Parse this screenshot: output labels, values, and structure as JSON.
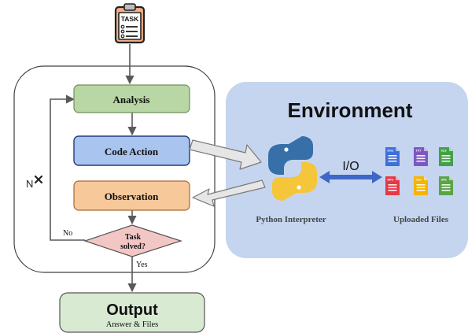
{
  "task_icon": {
    "label": "TASK"
  },
  "nodes": {
    "analysis": "Analysis",
    "code_action": "Code Action",
    "observation": "Observation",
    "decision": {
      "line1": "Task",
      "line2": "solved?"
    }
  },
  "edges": {
    "no": "No",
    "yes": "Yes"
  },
  "loop_marker": {
    "text": "N",
    "icon": "cross-icon"
  },
  "output": {
    "title": "Output",
    "subtitle": "Answer & Files"
  },
  "environment": {
    "title": "Environment",
    "io_label": "I/O",
    "python_label": "Python  Interpreter",
    "files_label": "Uploaded Files",
    "file_icons": [
      {
        "name": "doc-file-icon",
        "tag": "DOC",
        "color": "#3f6fd8"
      },
      {
        "name": "txt-file-icon",
        "tag": "TXT",
        "color": "#7e57c2"
      },
      {
        "name": "xls-file-icon",
        "tag": "XLS",
        "color": "#43a047"
      },
      {
        "name": "mp3-file-icon",
        "tag": "MP3",
        "color": "#e53945"
      },
      {
        "name": "csv-file-icon",
        "tag": "CSV",
        "color": "#f4b400"
      },
      {
        "name": "jpg-file-icon",
        "tag": "JPG",
        "color": "#5aa447"
      }
    ]
  },
  "colors": {
    "analysis": "#b9d7a5",
    "code_action": "#a8c4ef",
    "observation": "#f6c89a",
    "decision": "#f3c6c6",
    "output": "#d9ead3",
    "environment_bg": "#c5d5f0",
    "io_arrow": "#3f67c7"
  }
}
